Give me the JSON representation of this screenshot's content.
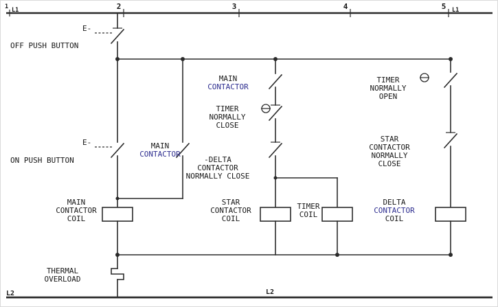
{
  "colors": {
    "line": "#2a2a2a",
    "text": "#171717",
    "accent": "#2d2d8f",
    "bg": "#ffffff",
    "frame": "#d9d9d9"
  },
  "rails": {
    "top_left_num": "1",
    "top_left_label": "L1",
    "rung2": "2",
    "rung3": "3",
    "rung4": "4",
    "rung5": "5",
    "top_right_label": "L1",
    "bottom_left_label": "L2",
    "bottom_mid_label": "L2"
  },
  "labels": {
    "off_pb_e": "E-",
    "off_pb": "OFF PUSH BUTTON",
    "on_pb_e": "E-",
    "on_pb": "ON PUSH BUTTON",
    "main_hold": [
      "MAIN",
      "CONTACTOR"
    ],
    "main_contact": [
      "MAIN",
      "CONTACTOR"
    ],
    "timer_nc": [
      "TIMER",
      "NORMALLY",
      "CLOSE"
    ],
    "delta_nc": [
      "-DELTA",
      "CONTACTOR",
      "NORMALLY CLOSE"
    ],
    "main_coil": [
      "MAIN",
      "CONTACTOR",
      "COIL"
    ],
    "star_coil": [
      "STAR",
      "CONTACTOR",
      "COIL"
    ],
    "timer_coil": [
      "TIMER",
      "COIL"
    ],
    "timer_no": [
      "TIMER",
      "NORMALLY",
      "OPEN"
    ],
    "star_nc": [
      "STAR",
      "CONTACTOR",
      "NORMALLY",
      "CLOSE"
    ],
    "delta_coil": [
      "DELTA",
      "CONTACTOR",
      "COIL"
    ],
    "thermal": [
      "THERMAL",
      "OVERLOAD"
    ]
  }
}
